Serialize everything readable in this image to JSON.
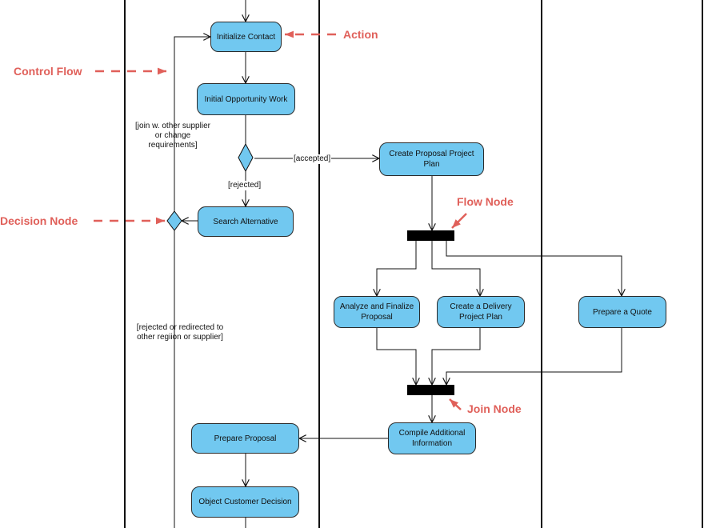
{
  "actions": {
    "initialize_contact": "Initialize Contact",
    "initial_opportunity_work": "Initial Opportunity Work",
    "search_alternative": "Search Alternative",
    "create_proposal_project_plan": "Create Proposal Project Plan",
    "analyze_finalize_proposal": "Analyze and Finalize Proposal",
    "create_delivery_project_plan": "Create a Delivery Project Plan",
    "prepare_quote": "Prepare a Quote",
    "compile_additional_information": "Compile Additional Information",
    "prepare_proposal": "Prepare Proposal",
    "object_customer_decision": "Object Customer Decision"
  },
  "guards": {
    "join_other_supplier": "[join w. other supplier or change requirements]",
    "accepted": "[accepted]",
    "rejected": "[rejected]",
    "rejected_redirected": "[rejected or redirected to other regiion or supplier]"
  },
  "callouts": {
    "action": "Action",
    "control_flow": "Control Flow",
    "flow_node": "Flow Node",
    "decision_node": "Decision Node",
    "join_node": "Join Node"
  },
  "colors": {
    "action_fill": "#71c8f0",
    "callout": "#e0605a",
    "line": "#111111"
  }
}
